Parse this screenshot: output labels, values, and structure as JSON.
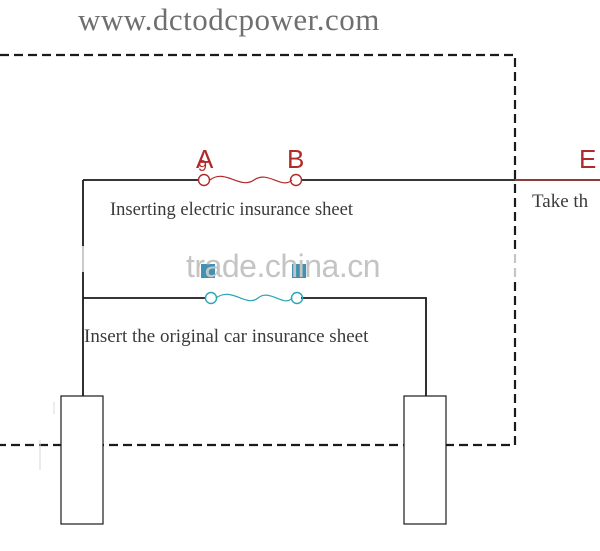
{
  "header": {
    "site_url": "www.dctodcpower.com",
    "watermark": "trade.china.cn"
  },
  "labels": {
    "terminal_a": "A",
    "terminal_a_sub": "9",
    "terminal_b": "B",
    "terminal_e": "E"
  },
  "captions": {
    "top_fuse": "Inserting electric insurance sheet",
    "bottom_fuse": "Insert the original car insurance sheet",
    "right_note": "Take th"
  },
  "colors": {
    "wire": "#1a1a1a",
    "dashed_border": "#1a1a1a",
    "terminal_red": "#b02a2a",
    "fuse_cyan": "#2aa6b4",
    "fuse_clip": "#1f7fa6"
  }
}
